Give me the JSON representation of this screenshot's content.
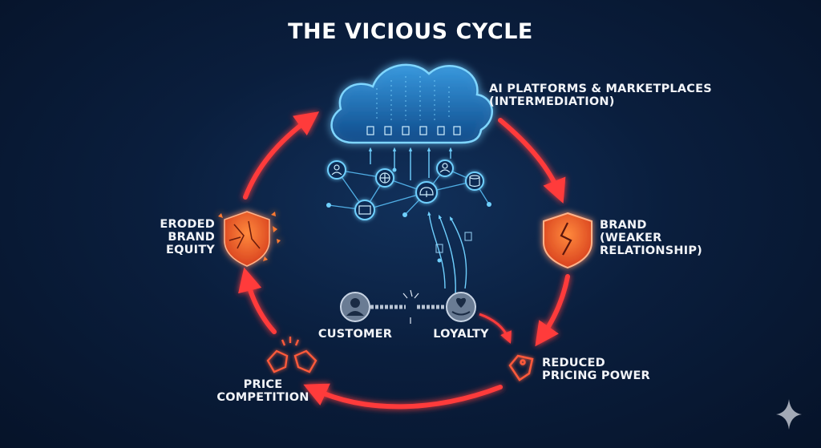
{
  "title": "THE VICIOUS CYCLE",
  "nodes": {
    "platforms": "AI PLATFORMS & MARKETPLACES\n(INTERMEDIATION)",
    "brand": "BRAND\n(WEAKER\nRELATIONSHIP)",
    "pricing": "REDUCED\nPRICING POWER",
    "competition": "PRICE\nCOMPETITION",
    "equity": "ERODED\nBRAND\nEQUITY"
  },
  "customer_link": {
    "customer": "CUSTOMER",
    "loyalty": "LOYALTY"
  },
  "colors": {
    "cycle_red": "#ff3b3b",
    "glow_blue": "#4fc3ff",
    "shield_orange": "#ff6a2b"
  },
  "icons": [
    "cloud-icon",
    "document-icon",
    "user-icon",
    "globe-icon",
    "database-icon",
    "storefront-icon",
    "cloud-upload-icon",
    "broken-shield-icon",
    "shattered-shield-icon",
    "price-tag-icon",
    "broken-rope-icon",
    "heart-hand-icon",
    "sparkle-icon"
  ]
}
